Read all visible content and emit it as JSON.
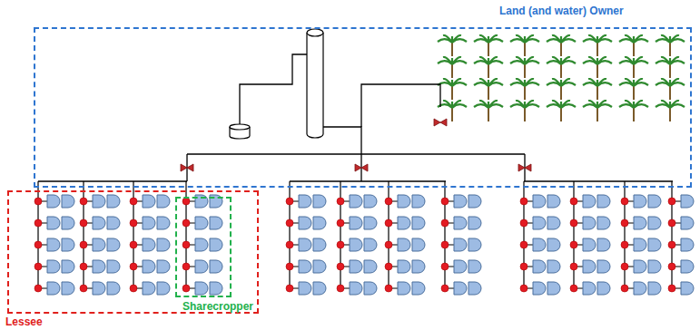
{
  "diagram": {
    "nodes": [
      {
        "text": [
          "Land (and water) Owner"
        ]
      },
      {
        "text": [
          "Lessee"
        ]
      },
      {
        "text": [
          "Sharecropper"
        ],
        "in": 1
      }
    ]
  }
}
